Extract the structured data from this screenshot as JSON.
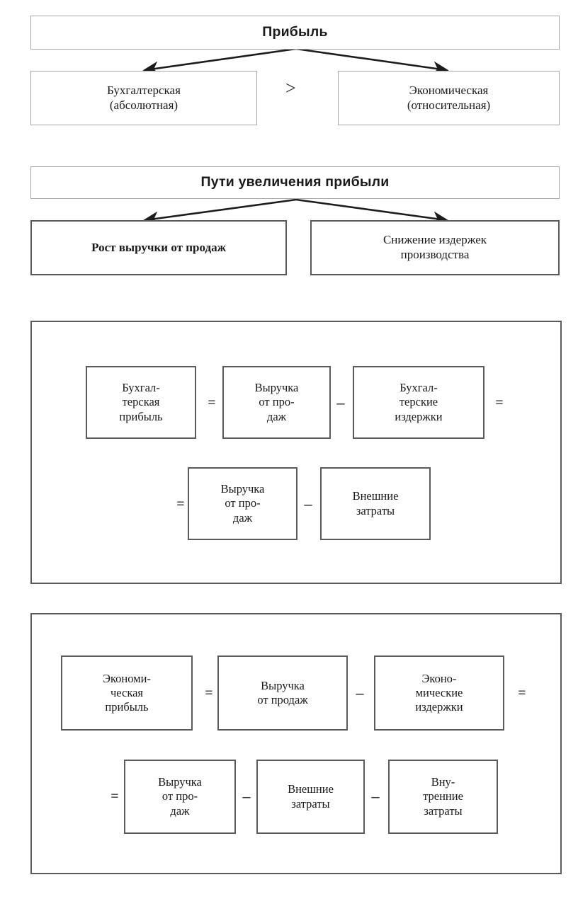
{
  "document": {
    "title": "Прибыль — схема",
    "colors": {
      "box_border_light": "#a6a6a6",
      "box_border_dark": "#5b5b5e",
      "arrow": "#1c1c1c",
      "text": "#1a1a1a",
      "background": "#ffffff"
    }
  },
  "section1": {
    "header": "Прибыль",
    "left_box": "Бухгалтерская\n(абсолютная)",
    "left_line1": "Бухгалтерская",
    "left_line2": "(абсолютная)",
    "comparator": ">",
    "right_line1": "Экономическая",
    "right_line2": "(относительная)"
  },
  "section2": {
    "header": "Пути увеличения прибыли",
    "left_box": "Рост выручки от продаж",
    "right_line1": "Снижение  издержек",
    "right_line2": "производства"
  },
  "section3": {
    "row1": {
      "b1_l1": "Бухгал-",
      "b1_l2": "терская",
      "b1_l3": "прибыль",
      "op1": "=",
      "b2_l1": "Выручка",
      "b2_l2": "от про-",
      "b2_l3": "даж",
      "op2": "–",
      "b3_l1": "Бухгал-",
      "b3_l2": "терские",
      "b3_l3": "издержки",
      "op3": "="
    },
    "row2": {
      "op0": "=",
      "b1_l1": "Выручка",
      "b1_l2": "от про-",
      "b1_l3": "даж",
      "op1": "–",
      "b2_l1": "Внешние",
      "b2_l2": "затраты"
    }
  },
  "section4": {
    "row1": {
      "b1_l1": "Экономи-",
      "b1_l2": "ческая",
      "b1_l3": "прибыль",
      "op1": "=",
      "b2_l1": "Выручка",
      "b2_l2": "от продаж",
      "op2": "–",
      "b3_l1": "Эконо-",
      "b3_l2": "мические",
      "b3_l3": "издержки",
      "op3": "="
    },
    "row2": {
      "op0": "=",
      "b1_l1": "Выручка",
      "b1_l2": "от про-",
      "b1_l3": "даж",
      "op1": "–",
      "b2_l1": "Внешние",
      "b2_l2": "затраты",
      "op2": "–",
      "b3_l1": "Вну-",
      "b3_l2": "тренние",
      "b3_l3": "затраты"
    }
  }
}
